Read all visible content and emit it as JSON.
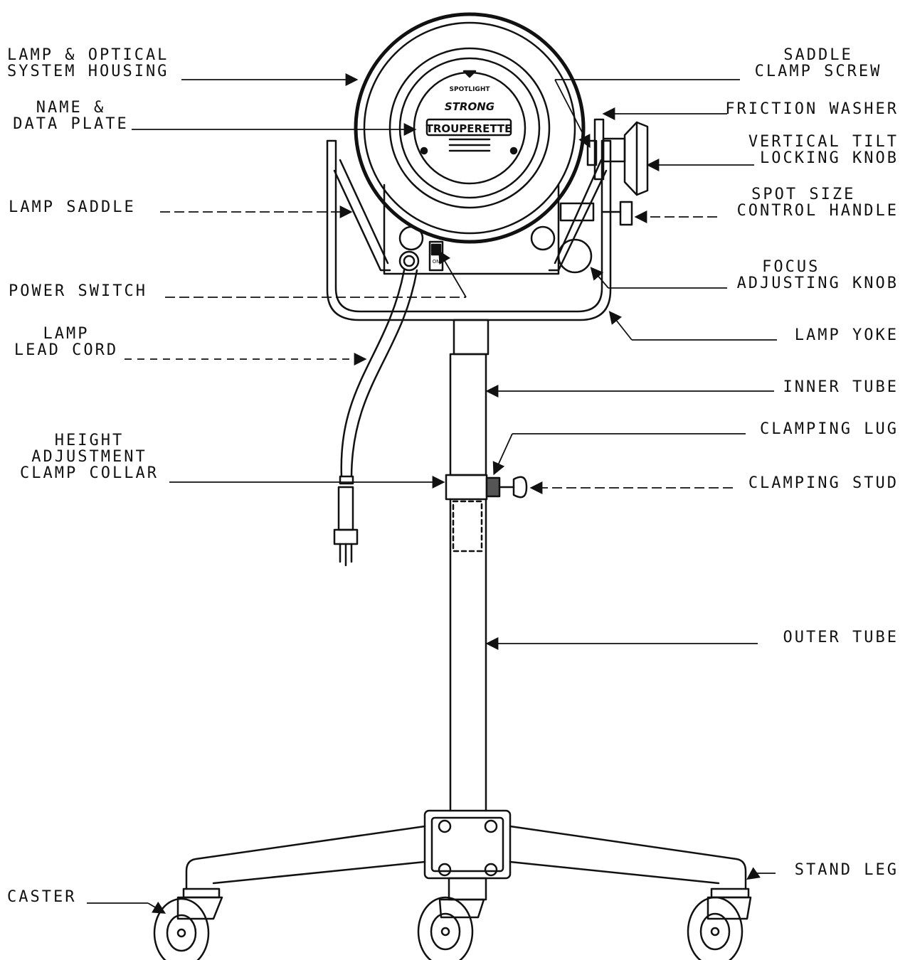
{
  "diagram": {
    "labels": {
      "lamp_housing": [
        "LAMP & OPTICAL",
        "SYSTEM HOUSING"
      ],
      "name_plate": [
        "NAME &",
        "DATA PLATE"
      ],
      "lamp_saddle": "LAMP SADDLE",
      "power_switch": "POWER SWITCH",
      "lamp_cord": [
        "LAMP",
        "LEAD CORD"
      ],
      "height_collar": [
        "HEIGHT",
        "ADJUSTMENT",
        "CLAMP COLLAR"
      ],
      "caster": "CASTER",
      "saddle_screw": [
        "SADDLE",
        "CLAMP SCREW"
      ],
      "friction_washer": "FRICTION WASHER",
      "tilt_knob": [
        "VERTICAL TILT",
        "LOCKING KNOB"
      ],
      "spot_handle": [
        "SPOT SIZE",
        "CONTROL HANDLE"
      ],
      "focus_knob": [
        "FOCUS",
        "ADJUSTING KNOB"
      ],
      "lamp_yoke": "LAMP YOKE",
      "inner_tube": "INNER TUBE",
      "clamping_lug": "CLAMPING LUG",
      "clamping_stud": "CLAMPING STUD",
      "outer_tube": "OUTER TUBE",
      "stand_leg": "STAND LEG"
    },
    "plate": {
      "top": "SPOTLIGHT",
      "brand": "STRONG",
      "model": "TROUPERETTE"
    },
    "switch_text": "ON"
  }
}
